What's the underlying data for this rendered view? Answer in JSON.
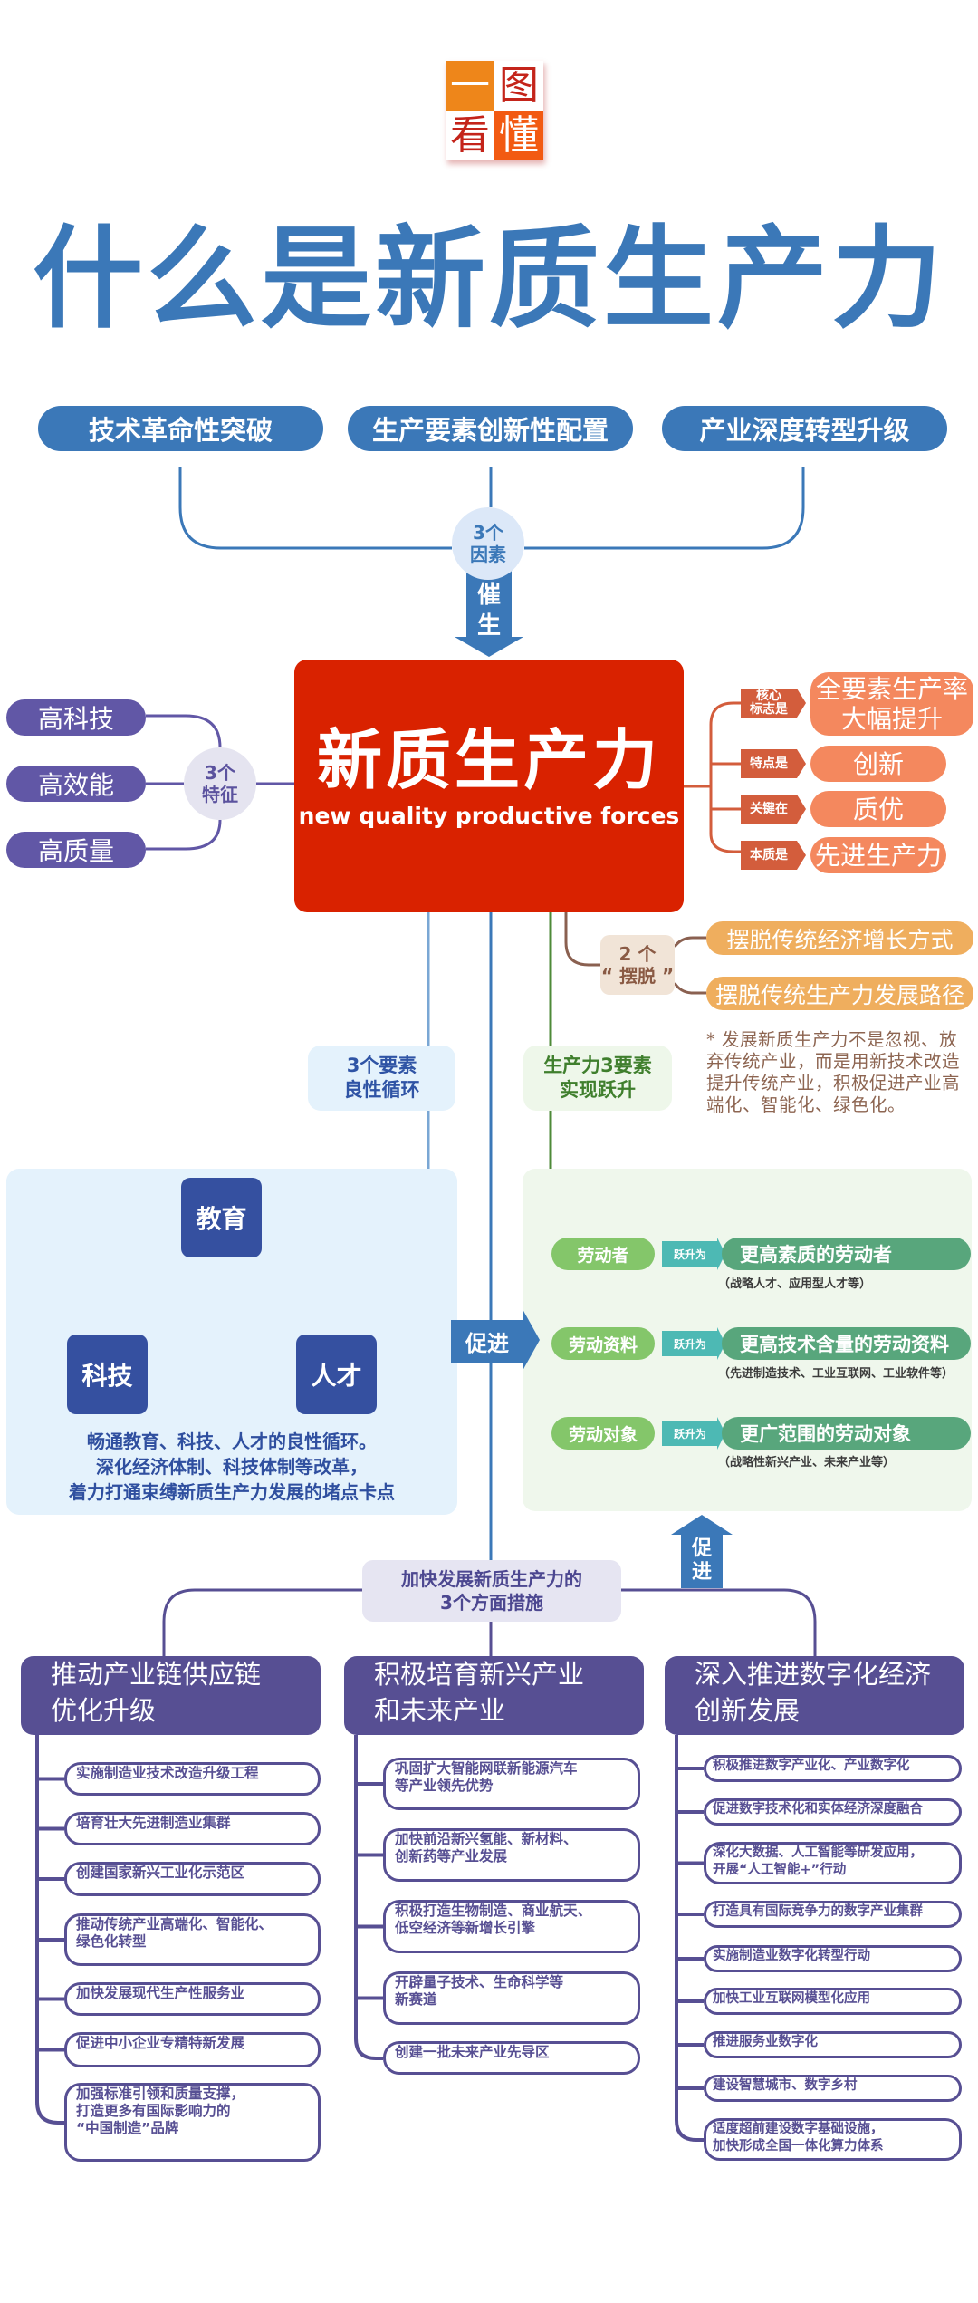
{
  "logo": {
    "chars": [
      "一",
      "图",
      "看",
      "懂"
    ]
  },
  "title": "什么是新质生产力",
  "factors": {
    "items": [
      "技术革命性突破",
      "生产要素创新性配置",
      "产业深度转型升级"
    ],
    "hub": [
      "3个",
      "因素"
    ],
    "arrow_label": [
      "催",
      "生"
    ]
  },
  "core": {
    "title": "新质生产力",
    "subtitle": "new quality productive forces"
  },
  "features": {
    "items": [
      "高科技",
      "高效能",
      "高质量"
    ],
    "hub": [
      "3个",
      "特征"
    ]
  },
  "attributes": [
    {
      "tag": [
        "核心",
        "标志是"
      ],
      "value": [
        "全要素生产率",
        "大幅提升"
      ]
    },
    {
      "tag": [
        "特点是"
      ],
      "value": [
        "创新"
      ]
    },
    {
      "tag": [
        "关键在"
      ],
      "value": [
        "质优"
      ]
    },
    {
      "tag": [
        "本质是"
      ],
      "value": [
        "先进生产力"
      ]
    }
  ],
  "baituo": {
    "hub": [
      "2 个",
      "“ 摆脱 ”"
    ],
    "items": [
      "摆脱传统经济增长方式",
      "摆脱传统生产力发展路径"
    ],
    "note": "* 发展新质生产力不是忽视、放弃传统产业，而是用新技术改造提升传统产业，积极促进产业高端化、智能化、绿色化。"
  },
  "cycle": {
    "label": [
      "3个要素",
      "良性循环"
    ],
    "nodes": [
      "教育",
      "科技",
      "人才"
    ],
    "text": [
      "畅通教育、科技、人才的良性循环。",
      "深化经济体制、科技体制等改革，",
      "着力打通束缚新质生产力发展的堵点卡点"
    ]
  },
  "promote_label": "促进",
  "labor": {
    "label": [
      "生产力3要素",
      "实现跃升"
    ],
    "leap": "跃升为",
    "rows": [
      {
        "from": "劳动者",
        "to": "更高素质的劳动者",
        "note": "（战略人才、应用型人才等）"
      },
      {
        "from": "劳动资料",
        "to": "更高技术含量的劳动资料",
        "note": "（先进制造技术、工业互联网、工业软件等）"
      },
      {
        "from": "劳动对象",
        "to": "更广范围的劳动对象",
        "note": "（战略性新兴产业、未来产业等）"
      }
    ]
  },
  "measures": {
    "hub": [
      "加快发展新质生产力的",
      "3个方面措施"
    ],
    "promote_up": [
      "促",
      "进"
    ],
    "columns": [
      {
        "heading": [
          "推动产业链供应链",
          "优化升级"
        ],
        "items": [
          [
            "实施制造业技术改造升级工程"
          ],
          [
            "培育壮大先进制造业集群"
          ],
          [
            "创建国家新兴工业化示范区"
          ],
          [
            "推动传统产业高端化、智能化、",
            "绿色化转型"
          ],
          [
            "加快发展现代生产性服务业"
          ],
          [
            "促进中小企业专精特新发展"
          ],
          [
            "加强标准引领和质量支撑，",
            "打造更多有国际影响力的",
            "“中国制造”品牌"
          ]
        ]
      },
      {
        "heading": [
          "积极培育新兴产业",
          "和未来产业"
        ],
        "items": [
          [
            "巩固扩大智能网联新能源汽车",
            "等产业领先优势"
          ],
          [
            "加快前沿新兴氢能、新材料、",
            "创新药等产业发展"
          ],
          [
            "积极打造生物制造、商业航天、",
            "低空经济等新增长引擎"
          ],
          [
            "开辟量子技术、生命科学等",
            "新赛道"
          ],
          [
            "创建一批未来产业先导区"
          ]
        ]
      },
      {
        "heading": [
          "深入推进数字化经济",
          "创新发展"
        ],
        "items": [
          [
            "积极推进数字产业化、产业数字化"
          ],
          [
            "促进数字技术化和实体经济深度融合"
          ],
          [
            "深化大数据、人工智能等研发应用，",
            "开展“人工智能+”行动"
          ],
          [
            "打造具有国际竞争力的数字产业集群"
          ],
          [
            "实施制造业数字化转型行动"
          ],
          [
            "加快工业互联网模型化应用"
          ],
          [
            "推进服务业数字化"
          ],
          [
            "建设智慧城市、数字乡村"
          ],
          [
            "适度超前建设数字基础设施，",
            "加快形成全国一体化算力体系"
          ]
        ]
      }
    ]
  },
  "colors": {
    "title_blue": "#3B78B8",
    "core_red": "#D92200",
    "feature_purple": "#6157A6",
    "attribute_orange": "#F4885E",
    "baituo_orange": "#EFAE5E",
    "cycle_navy": "#3550A0",
    "labor_green": "#58A67C",
    "measure_purple": "#574F93"
  }
}
